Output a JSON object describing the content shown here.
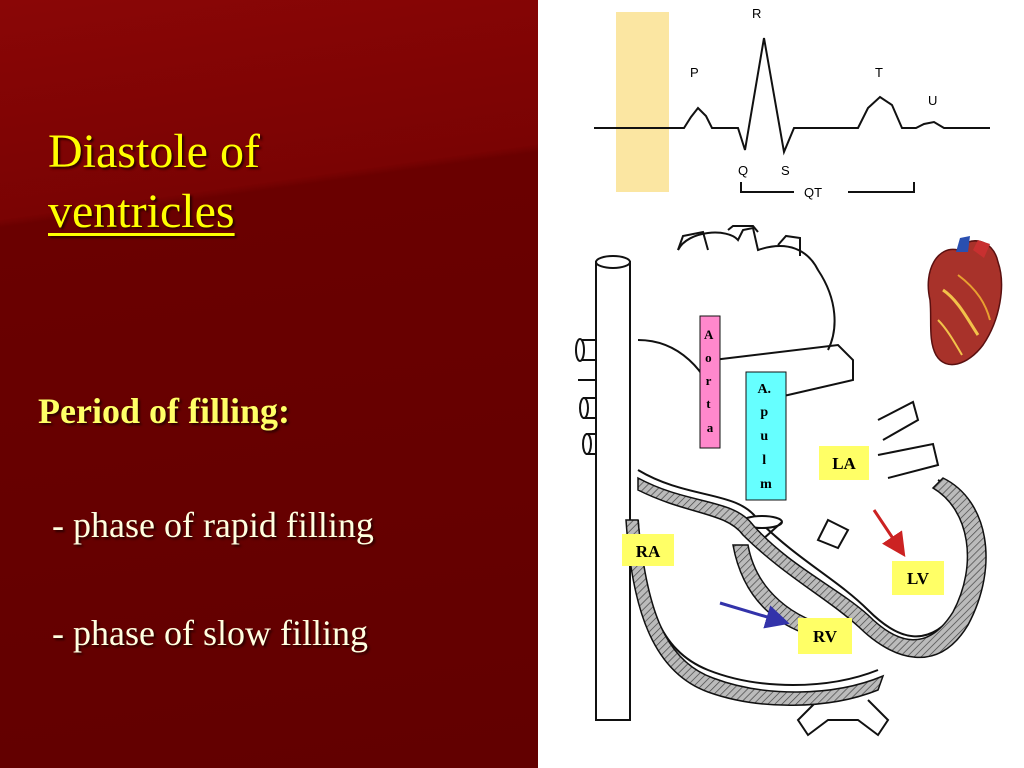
{
  "slide": {
    "title_line1": "Diastole of",
    "title_line2": "ventricles",
    "heading": "Period of filling:",
    "phase_rapid": "- phase of rapid filling",
    "phase_slow": "- phase of slow filling"
  },
  "ecg": {
    "labels": {
      "p": "P",
      "q": "Q",
      "r": "R",
      "s": "S",
      "t": "T",
      "u": "U",
      "qt": "QT"
    }
  },
  "heart_diagram": {
    "aorta_letters": [
      "A",
      "o",
      "r",
      "t",
      "a"
    ],
    "apulm_letters": [
      "A.",
      "p",
      "u",
      "l",
      "m"
    ],
    "labels": {
      "la": "LA",
      "ra": "RA",
      "lv": "LV",
      "rv": "RV"
    }
  },
  "colors": {
    "background_dark": "#6a0000",
    "title_yellow": "#ffff00",
    "label_yellow_box": "#ffff66",
    "aorta_pink": "#ff88cc",
    "apulm_cyan": "#66ffff",
    "highlight_band": "#fbe6a2",
    "arrow_red": "#cc2222",
    "arrow_blue": "#3333aa"
  }
}
